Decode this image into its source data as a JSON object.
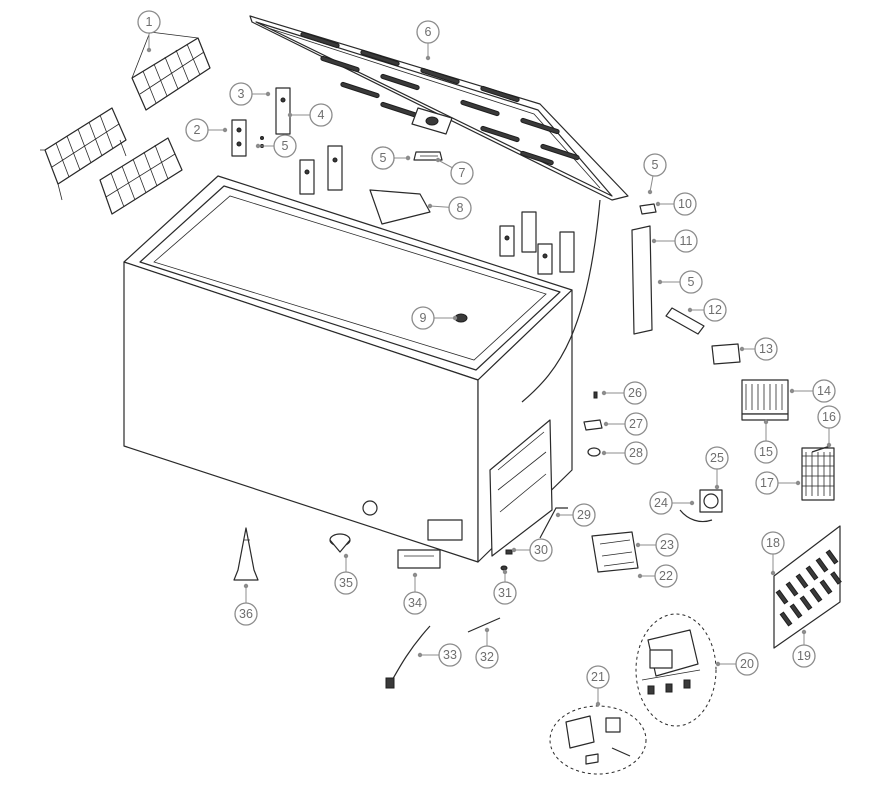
{
  "callouts": [
    "1",
    "2",
    "3",
    "4",
    "5",
    "5",
    "5",
    "5",
    "5",
    "6",
    "7",
    "8",
    "9",
    "10",
    "11",
    "12",
    "13",
    "14",
    "15",
    "16",
    "17",
    "18",
    "19",
    "20",
    "21",
    "22",
    "23",
    "24",
    "25",
    "26",
    "27",
    "28",
    "29",
    "30",
    "31",
    "32",
    "33",
    "34",
    "35",
    "36"
  ]
}
